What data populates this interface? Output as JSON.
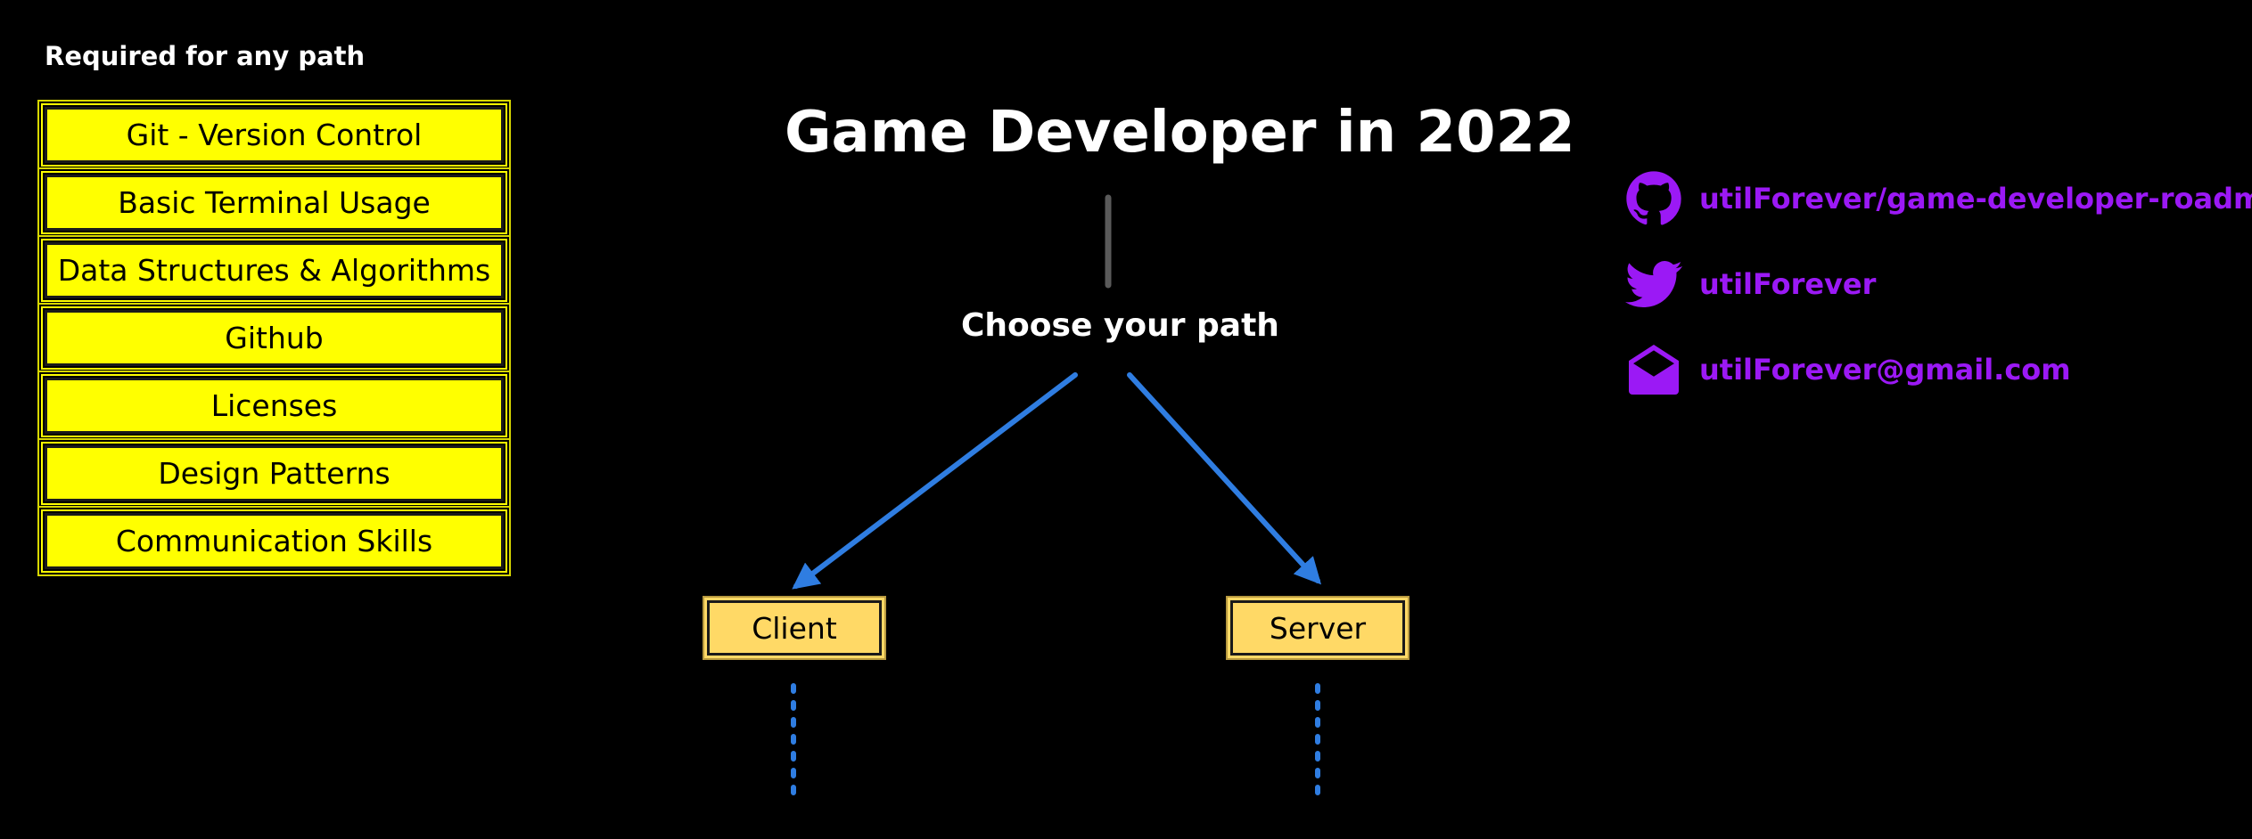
{
  "colors": {
    "background": "#000000",
    "required_item": "#ffff00",
    "path_node": "#ffd966",
    "arrow": "#2f7de1",
    "connector": "#5a5a5a",
    "link": "#9b19f5"
  },
  "required": {
    "heading": "Required for any path",
    "items": [
      {
        "label": "Git - Version Control"
      },
      {
        "label": "Basic Terminal Usage"
      },
      {
        "label": "Data Structures & Algorithms"
      },
      {
        "label": "Github"
      },
      {
        "label": "Licenses"
      },
      {
        "label": "Design Patterns"
      },
      {
        "label": "Communication Skills"
      }
    ]
  },
  "roadmap": {
    "title": "Game Developer in 2022",
    "subtitle": "Choose your path",
    "paths": [
      {
        "label": "Client"
      },
      {
        "label": "Server"
      }
    ]
  },
  "links": [
    {
      "icon": "github-icon",
      "text": "utilForever/game-developer-roadmap"
    },
    {
      "icon": "twitter-icon",
      "text": "utilForever"
    },
    {
      "icon": "mail-icon",
      "text": "utilForever@gmail.com"
    }
  ]
}
